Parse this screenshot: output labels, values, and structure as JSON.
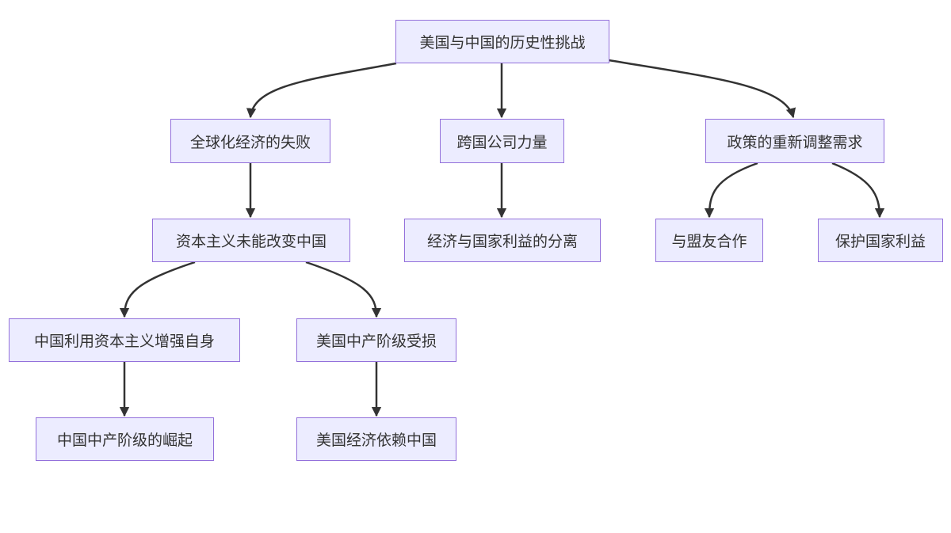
{
  "nodes": {
    "root": "美国与中国的历史性挑战",
    "globalization_failure": "全球化经济的失败",
    "multinational_power": "跨国公司力量",
    "policy_readjustment": "政策的重新调整需求",
    "capitalism_no_change": "资本主义未能改变中国",
    "economy_interest_separation": "经济与国家利益的分离",
    "cooperate_allies": "与盟友合作",
    "protect_national_interest": "保护国家利益",
    "china_uses_capitalism": "中国利用资本主义增强自身",
    "us_middle_class_harmed": "美国中产阶级受损",
    "china_middle_class_rise": "中国中产阶级的崛起",
    "us_economy_depends_china": "美国经济依赖中国"
  },
  "edges": [
    {
      "from": "root",
      "to": "globalization_failure"
    },
    {
      "from": "root",
      "to": "multinational_power"
    },
    {
      "from": "root",
      "to": "policy_readjustment"
    },
    {
      "from": "globalization_failure",
      "to": "capitalism_no_change"
    },
    {
      "from": "multinational_power",
      "to": "economy_interest_separation"
    },
    {
      "from": "policy_readjustment",
      "to": "cooperate_allies"
    },
    {
      "from": "policy_readjustment",
      "to": "protect_national_interest"
    },
    {
      "from": "capitalism_no_change",
      "to": "china_uses_capitalism"
    },
    {
      "from": "capitalism_no_change",
      "to": "us_middle_class_harmed"
    },
    {
      "from": "china_uses_capitalism",
      "to": "china_middle_class_rise"
    },
    {
      "from": "us_middle_class_harmed",
      "to": "us_economy_depends_china"
    }
  ],
  "colors": {
    "node_fill": "#ececff",
    "node_border": "#9370db",
    "edge": "#333333",
    "text": "#333333"
  }
}
